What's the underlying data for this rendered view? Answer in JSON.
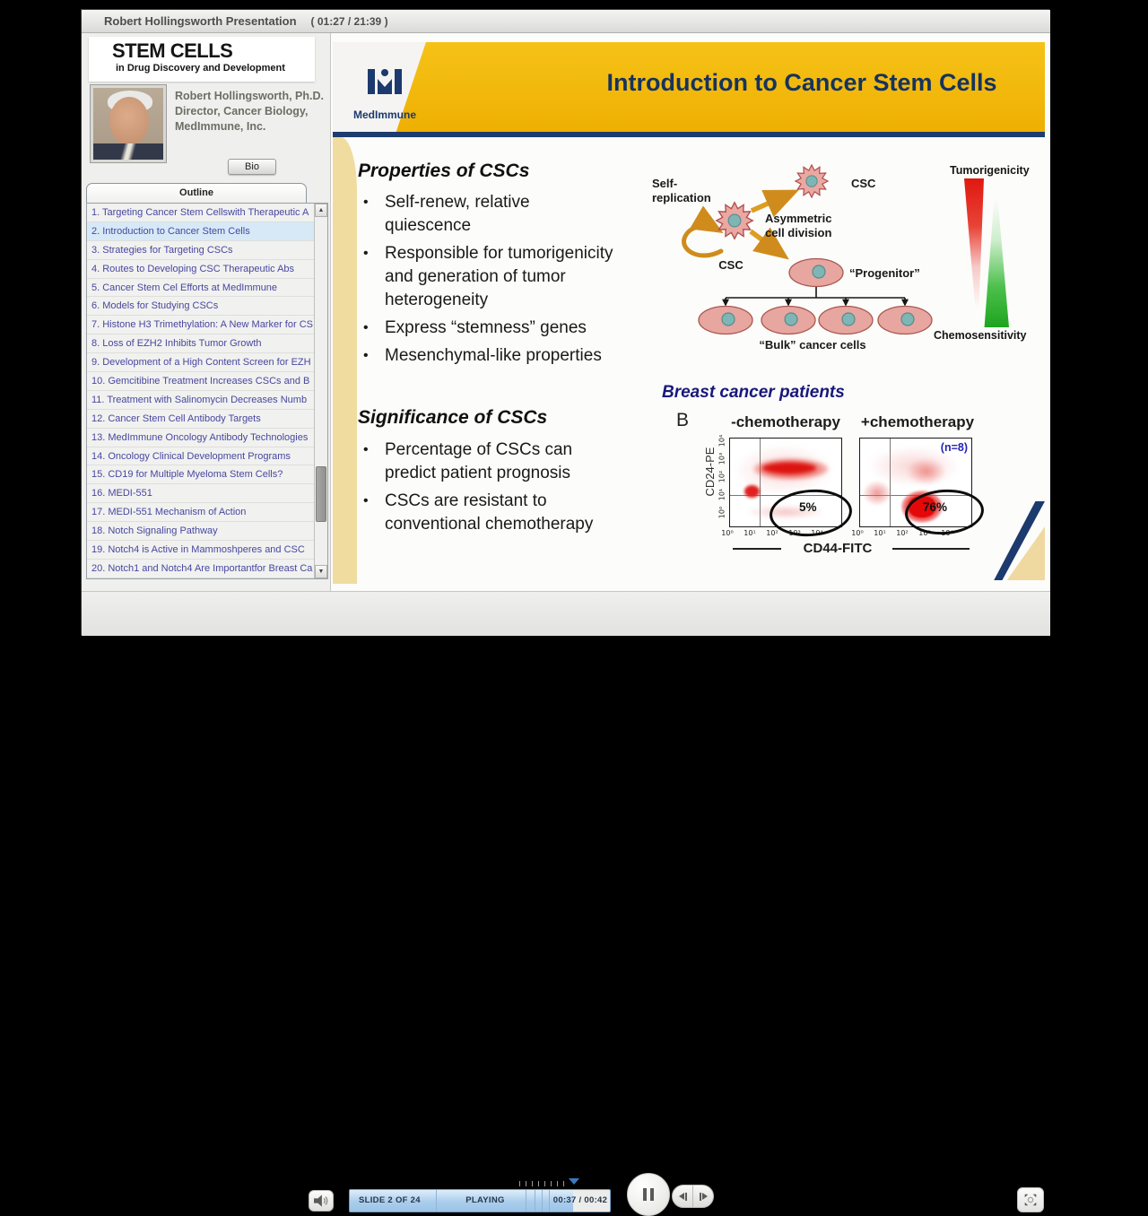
{
  "titlebar": {
    "title": "Robert Hollingsworth Presentation",
    "time": "( 01:27 / 21:39 )"
  },
  "icons": {
    "scroll_up": "▲",
    "scroll_down": "▼"
  },
  "sidebar": {
    "logo": {
      "line1": "STEM CELLS",
      "line2": "in Drug Discovery and Development"
    },
    "speaker": {
      "name": "Robert Hollingsworth, Ph.D.",
      "role": "Director, Cancer Biology,",
      "org": "MedImmune, Inc.",
      "bio_label": "Bio"
    },
    "outline": {
      "tab": "Outline",
      "items": [
        "1. Targeting Cancer Stem Cellswith Therapeutic A",
        "2. Introduction to Cancer Stem Cells",
        "3. Strategies for Targeting CSCs",
        "4. Routes to Developing CSC Therapeutic Abs",
        "5. Cancer Stem Cel Efforts at MedImmune",
        "6. Models for Studying CSCs",
        "7. Histone H3 Trimethylation: A New Marker for CS",
        "8. Loss of EZH2  Inhibits Tumor Growth",
        "9. Development of a High Content Screen for EZH",
        "10. Gemcitibine Treatment Increases CSCs and B",
        "11. Treatment with Salinomycin Decreases Numb",
        "12. Cancer Stem Cell Antibody Targets",
        "13. MedImmune Oncology Antibody Technologies",
        "14. Oncology Clinical Development Programs",
        "15. CD19 for Multiple Myeloma Stem Cells?",
        "16. MEDI-551",
        "17. MEDI-551 Mechanism of Action",
        "18. Notch Signaling Pathway",
        "19. Notch4 is Active in  Mammoshperes and CSC",
        "20. Notch1 and Notch4 Are Importantfor Breast Ca"
      ]
    }
  },
  "slide": {
    "brand": "MedImmune",
    "title": "Introduction to Cancer Stem Cells",
    "properties": {
      "heading": "Properties of CSCs",
      "bullets": [
        "Self-renew, relative\nquiescence",
        "Responsible for tumorigenicity\nand generation of tumor\nheterogeneity",
        "Express “stemness” genes",
        "Mesenchymal-like properties"
      ]
    },
    "significance": {
      "heading": "Significance of CSCs",
      "bullets": [
        "Percentage of CSCs can\npredict patient prognosis",
        "CSCs are resistant to\nconventional chemotherapy"
      ]
    },
    "diagram": {
      "self_replication_line1": "Self-",
      "self_replication_line2": "replication",
      "csc_center": "CSC",
      "csc_top": "CSC",
      "asymmetric_line1": "Asymmetric",
      "asymmetric_line2": "cell division",
      "progenitor": "“Progenitor”",
      "bulk_label": "“Bulk” cancer cells"
    },
    "gradients": {
      "top": "Tumorigenicity",
      "bottom": "Chemosensitivity"
    },
    "cytometry": {
      "title": "Breast cancer patients",
      "panel": "B",
      "left_plot_title": "-chemotherapy",
      "right_plot_title": "+chemotherapy",
      "n_label": "(n=8)",
      "left_pct": "5%",
      "right_pct": "76%",
      "y_axis": "CD24-PE",
      "x_axis": "CD44-FITC",
      "yticks": [
        "10⁴",
        "10³",
        "10²",
        "10¹",
        "10⁰"
      ],
      "xticks": [
        "10⁰",
        "10¹",
        "10²",
        "10³",
        "10⁴"
      ]
    }
  },
  "controls": {
    "slide_counter": "SLIDE 2 OF 24",
    "status": "PLAYING",
    "time": "00:37 / 00:42",
    "progress_percent": 86
  }
}
